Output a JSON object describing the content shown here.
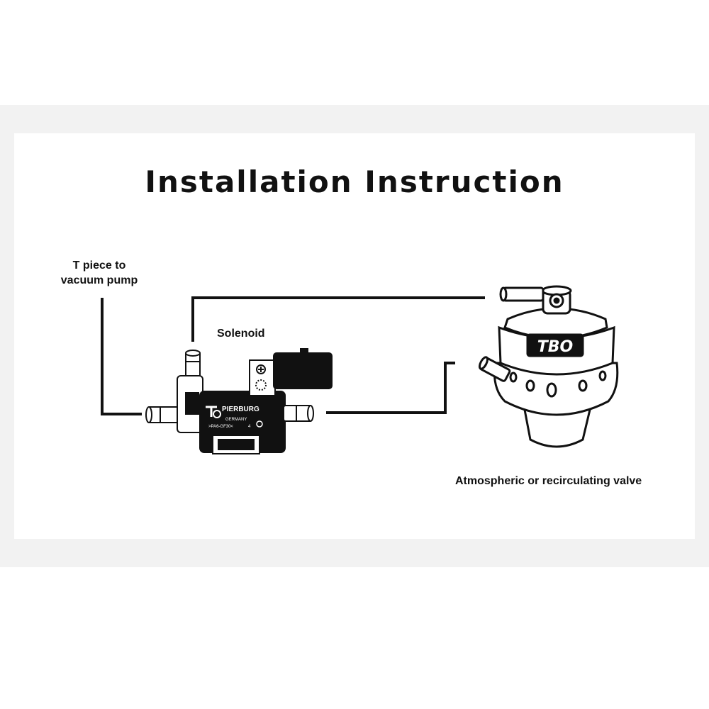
{
  "title": "Installation Instruction",
  "labels": {
    "t_piece_line1": "T piece to",
    "t_piece_line2": "vacuum pump",
    "solenoid": "Solenoid",
    "valve": "Atmospheric or recirculating valve"
  },
  "solenoid_markings": {
    "brand": "PIERBURG",
    "origin": "GERMANY",
    "material": ">PA6-GF30<",
    "number": "4"
  },
  "valve_logo": "TBO",
  "colors": {
    "line": "#111111",
    "background_band": "#f2f2f2",
    "card": "#ffffff"
  }
}
